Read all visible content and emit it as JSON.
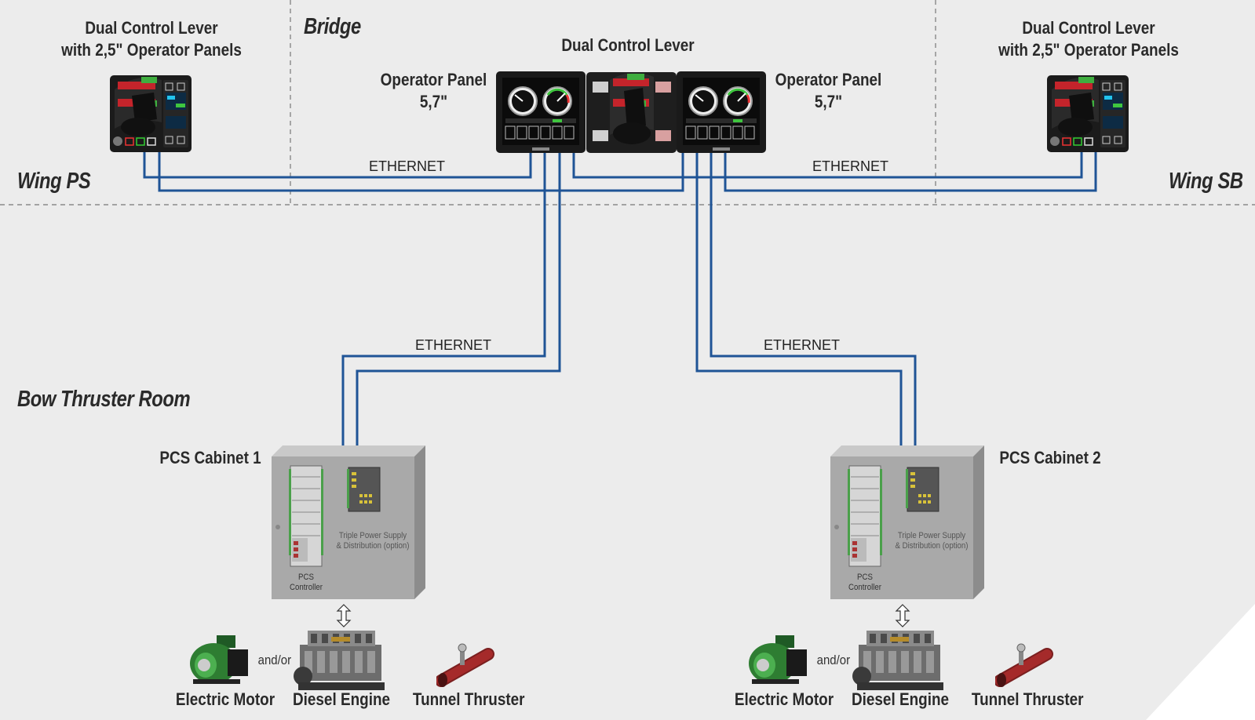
{
  "zones": {
    "bridge": "Bridge",
    "wing_ps": "Wing PS",
    "wing_sb": "Wing SB",
    "bow_thruster_room": "Bow Thruster Room"
  },
  "devices": {
    "wing_ps_lever_label": "Dual Control Lever\nwith 2,5\" Operator Panels",
    "wing_sb_lever_label": "Dual Control Lever\nwith 2,5\" Operator Panels",
    "bridge_lever_label": "Dual Control Lever",
    "operator_panel_left_label": "Operator Panel\n5,7\"",
    "operator_panel_right_label": "Operator Panel\n5,7\""
  },
  "links": {
    "ethernet_top_left": "ETHERNET",
    "ethernet_top_right": "ETHERNET",
    "ethernet_mid_left": "ETHERNET",
    "ethernet_mid_right": "ETHERNET"
  },
  "cabinets": [
    {
      "title": "PCS Cabinet 1",
      "power_supply_label": "Triple Power Supply\n& Distribution (option)",
      "controller_label": "PCS\nController",
      "and_or": "and/or",
      "equipment": [
        "Electric Motor",
        "Diesel Engine",
        "Tunnel Thruster"
      ]
    },
    {
      "title": "PCS Cabinet 2",
      "power_supply_label": "Triple Power Supply\n& Distribution (option)",
      "controller_label": "PCS\nController",
      "and_or": "and/or",
      "equipment": [
        "Electric Motor",
        "Diesel Engine",
        "Tunnel Thruster"
      ]
    }
  ],
  "colors": {
    "cable": "#1f5496",
    "background": "#ececec",
    "cabinet": "#a9a9a9",
    "divider": "#777777"
  }
}
